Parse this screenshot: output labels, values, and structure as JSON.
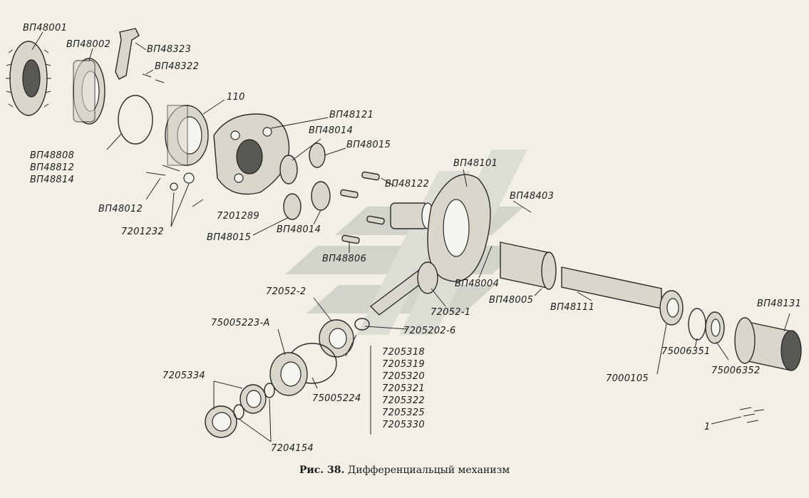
{
  "caption": {
    "prefix": "Рис. 38.",
    "title": "Дифференциальцый механизм"
  },
  "labels": {
    "vp48001": "ВП48001",
    "vp48002": "ВП48002",
    "vp48323": "ВП48323",
    "vp48322": "ВП48322",
    "n110": "110",
    "vp48121": "ВП48121",
    "vp48014_top": "ВП48014",
    "vp48015_top": "ВП48015",
    "vp48101": "ВП48101",
    "vp48122": "ВП48122",
    "vp48403": "ВП48403",
    "vp48012": "ВП48012",
    "n7201289": "7201289",
    "n7201232": "7201232",
    "vp48015_bottom": "ВП48015",
    "vp48014_bottom": "ВП48014",
    "vp48806_mid": "ВП48806",
    "vp48004": "ВП48004",
    "vp48005": "ВП48005",
    "vp48111": "ВП48111",
    "vp48131": "ВП48131",
    "n72052_2": "72052-2",
    "n72052_1": "72052-1",
    "n7205202_6": "7205202-6",
    "n75005223_a": "75005223-А",
    "n7205334": "7205334",
    "n75005224": "75005224",
    "n7204154": "7204154",
    "n75006351": "75006351",
    "n75006352": "75006352",
    "n7000105": "7000105",
    "n1": "1"
  },
  "stack_left": [
    "ВП48808",
    "ВП48812",
    "ВП48814"
  ],
  "stack_right": [
    "7205318",
    "7205319",
    "7205320",
    "7205321",
    "7205322",
    "7205325",
    "7205330"
  ]
}
